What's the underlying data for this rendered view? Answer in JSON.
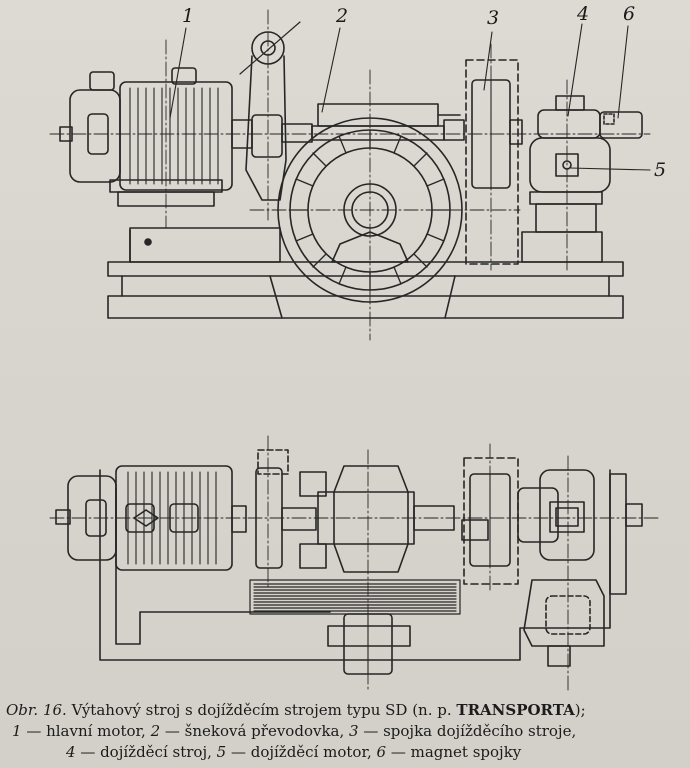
{
  "labels": {
    "l1": "1",
    "l2": "2",
    "l3": "3",
    "l4": "4",
    "l5": "5",
    "l6": "6"
  },
  "caption": {
    "fig_prefix": "Obr. 16.",
    "title_part": "Výtahový stroj s dojížděcím strojem typu SD (n. p.",
    "maker": "TRANSPORTA",
    "title_end": ");",
    "n1": "1",
    "t1": " — hlavní motor, ",
    "n2": "2",
    "t2": " — šneková převodovka, ",
    "n3": "3",
    "t3": " — spojka dojížděcího stroje,",
    "n4": "4",
    "t4": " — dojížděcí stroj, ",
    "n5": "5",
    "t5": " — dojížděcí motor, ",
    "n6": "6",
    "t6": " — magnet spojky"
  }
}
